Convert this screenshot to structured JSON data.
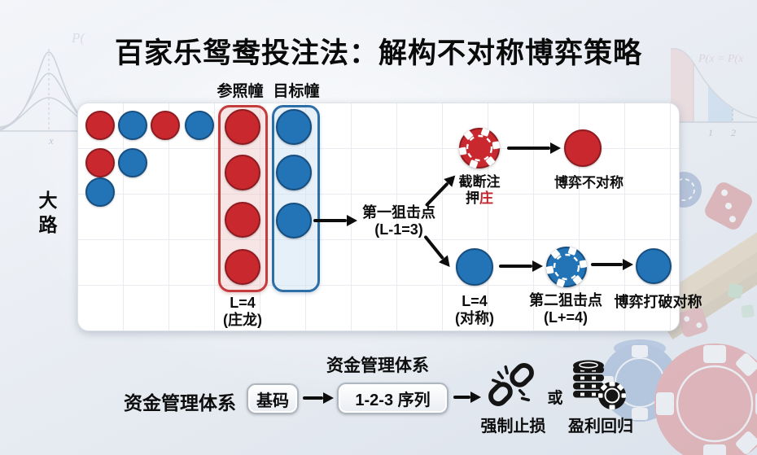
{
  "title": "百家乐鸳鸯投注法：解构不对称博弈策略",
  "colors": {
    "red": "#c9292e",
    "blue": "#2274b6",
    "red_dark": "#8f1b20",
    "blue_dark": "#174e80",
    "accent_red": "#c2262c",
    "ref_border": "#c43c3c",
    "target_border": "#2e6ea6"
  },
  "road": {
    "label": "大路",
    "rows": [
      [
        "red",
        "blue",
        "red",
        "blue"
      ],
      [
        "red",
        "blue"
      ],
      [
        "blue"
      ]
    ],
    "ref_column": {
      "label": "参照幢",
      "cells": [
        "red",
        "red",
        "red",
        "red"
      ],
      "caption_line1": "L=4",
      "caption_line2": "(庄龙)"
    },
    "target_column": {
      "label": "目标幢",
      "cells": [
        "blue",
        "blue",
        "blue"
      ]
    }
  },
  "flow": {
    "first_snipe": {
      "line1": "第一狙击点",
      "line2": "(L-1=3)"
    },
    "top_branch": {
      "chip_color": "red",
      "label_line1": "截断注",
      "label_line2_prefix": "押",
      "label_line2_accent": "庄",
      "result_color": "red",
      "result_label": "博弈不对称"
    },
    "bottom_branch": {
      "node1_color": "blue",
      "node1_line1": "L=4",
      "node1_line2": "(对称)",
      "chip_color": "blue",
      "chip_line1": "第二狙击点",
      "chip_line2": "(L+=4)",
      "result_color": "blue",
      "result_label": "博弈打破对称"
    }
  },
  "money": {
    "heading": "资金管理体系",
    "left_label": "资金管理体系",
    "pill1": "基码",
    "pill2": "1-2-3 序列",
    "stop_loss": "强制止损",
    "or": "或",
    "profit": "盈利回归"
  },
  "icons": {
    "stop_loss": "broken-chain-icon",
    "profit": "chip-stack-icon",
    "bet": "poker-chip-icon"
  },
  "background": {
    "formula_left": "P(",
    "formula_right": "P(x = P(x",
    "axis_label": "x",
    "ticks": [
      "1",
      "2"
    ]
  }
}
